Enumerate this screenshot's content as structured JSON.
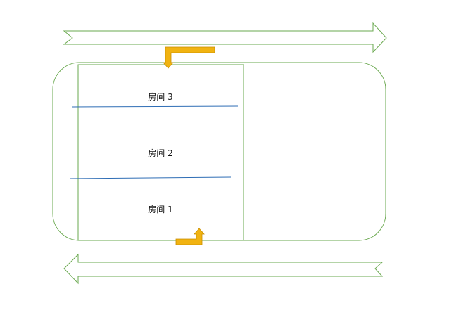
{
  "diagram": {
    "rooms": [
      {
        "label": "房间 3"
      },
      {
        "label": "房间 2"
      },
      {
        "label": "房间 1"
      }
    ]
  },
  "colors": {
    "outline": "#6aa84f",
    "divider": "#2e6db5",
    "elevator": "#f1b311"
  }
}
